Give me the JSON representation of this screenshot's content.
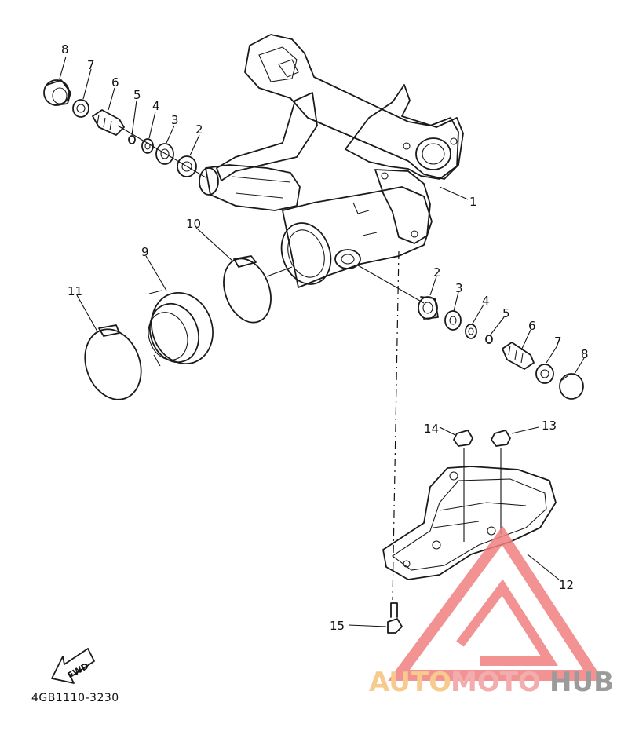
{
  "diagram": {
    "drawing_code": "4GB1110-3230",
    "fwd_arrow_label": "FWD",
    "callouts": {
      "c1": "1",
      "c2a": "2",
      "c3a": "3",
      "c4a": "4",
      "c5a": "5",
      "c6a": "6",
      "c7a": "7",
      "c8a": "8",
      "c2b": "2",
      "c3b": "3",
      "c4b": "4",
      "c5b": "5",
      "c6b": "6",
      "c7b": "7",
      "c8b": "8",
      "c9": "9",
      "c10": "10",
      "c11": "11",
      "c12": "12",
      "c13": "13",
      "c14": "14",
      "c15": "15"
    }
  },
  "watermark": {
    "text_a": "AUTO",
    "text_b": "MOTO",
    "text_c": "HUB",
    "color_a": "#f5c27a",
    "color_b": "#f0a0a0",
    "color_c": "#8a8a8a",
    "logo_color": "#f08080"
  }
}
